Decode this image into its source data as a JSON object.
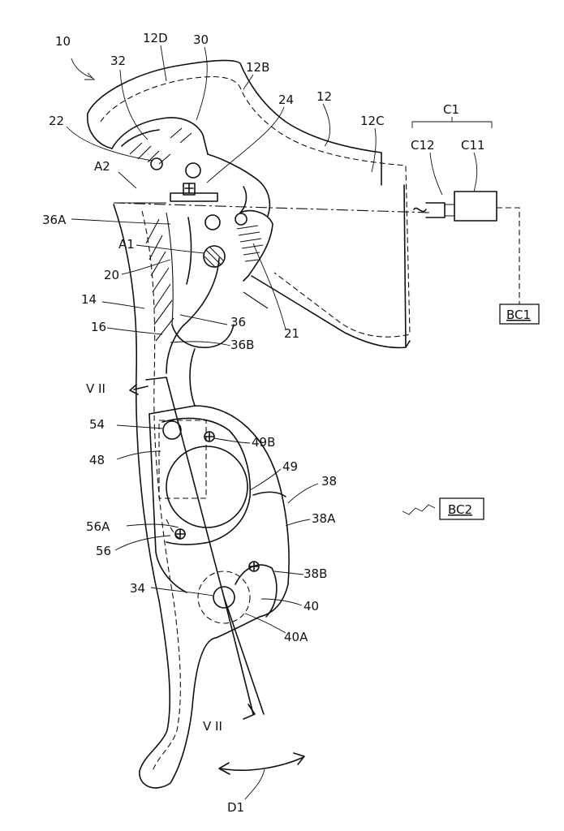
{
  "labels": {
    "l10": "10",
    "l12D": "12D",
    "l30": "30",
    "l12B": "12B",
    "l32": "32",
    "l24": "24",
    "l12": "12",
    "l12C": "12C",
    "lC1": "C1",
    "lC12": "C12",
    "lC11": "C11",
    "l22": "22",
    "lA2": "A2",
    "l36A": "36A",
    "lA1": "A1",
    "l20": "20",
    "l14": "14",
    "l36": "36",
    "l21": "21",
    "l16": "16",
    "l36B": "36B",
    "lVII_top": "V II",
    "l54": "54",
    "l49B": "49B",
    "l48": "48",
    "l49": "49",
    "l38": "38",
    "l38A": "38A",
    "l56A": "56A",
    "l56": "56",
    "l38B": "38B",
    "l34": "34",
    "l40": "40",
    "l40A": "40A",
    "lVII_bottom": "V II",
    "lD1": "D1"
  },
  "boxes": {
    "bc1": "BC1",
    "bc2": "BC2"
  }
}
